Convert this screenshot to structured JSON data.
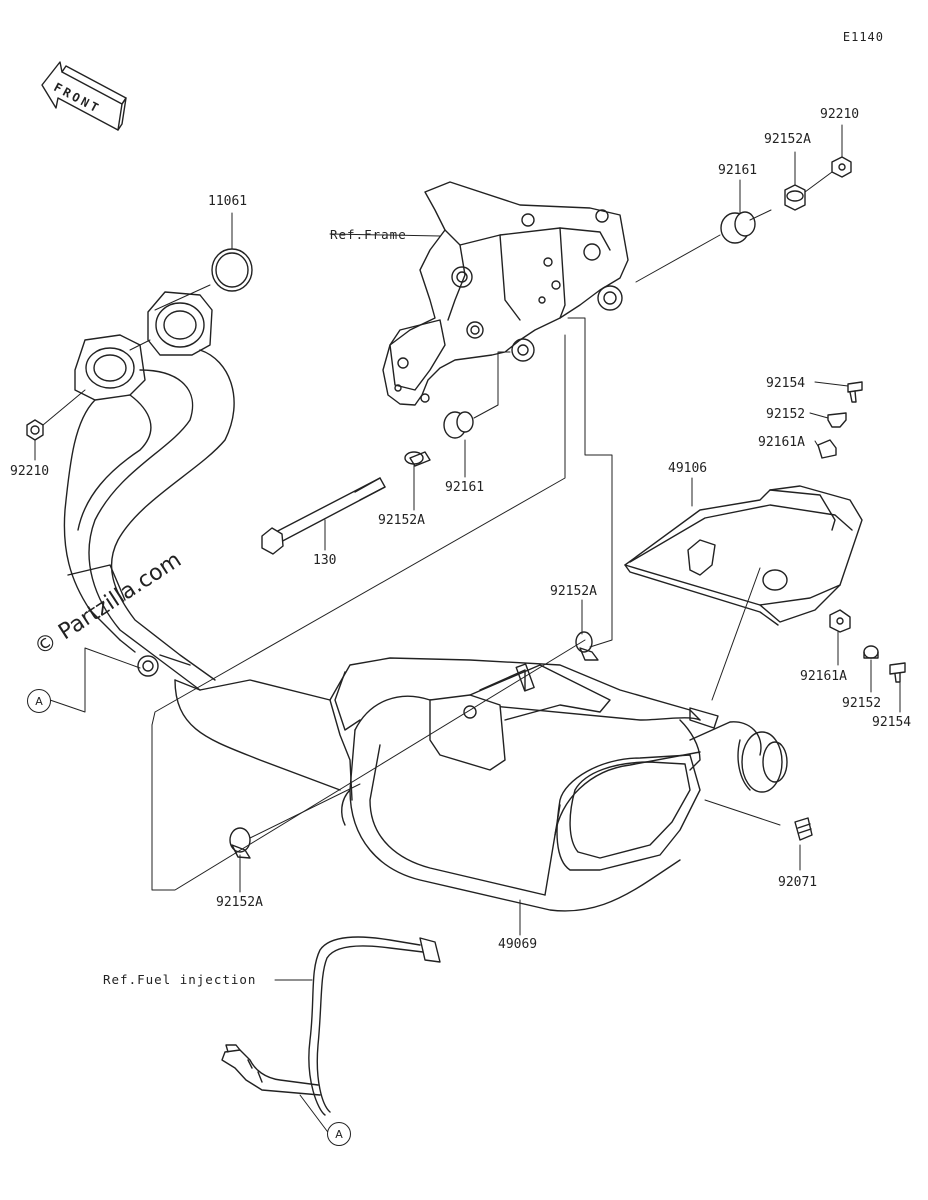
{
  "diagram": {
    "code": "E1140",
    "front_label": "FRONT",
    "watermark": "© Partzilla.com",
    "refs": {
      "frame": "Ref.Frame",
      "fuel": "Ref.Fuel injection"
    },
    "markers": {
      "a_left": "A",
      "a_bottom": "A"
    },
    "parts": {
      "p11061": "11061",
      "p92210_left": "92210",
      "p92210_right": "92210",
      "p92152A_top": "92152A",
      "p92161_top": "92161",
      "p92161_mid": "92161",
      "p92152A_mid": "92152A",
      "p130": "130",
      "p92154_top": "92154",
      "p92152_top": "92152",
      "p92161A_top": "92161A",
      "p49106": "49106",
      "p92152A_right": "92152A",
      "p92161A_bottom": "92161A",
      "p92152_bottom": "92152",
      "p92154_bottom": "92154",
      "p92071": "92071",
      "p92152A_bottom": "92152A",
      "p49069": "49069"
    }
  }
}
